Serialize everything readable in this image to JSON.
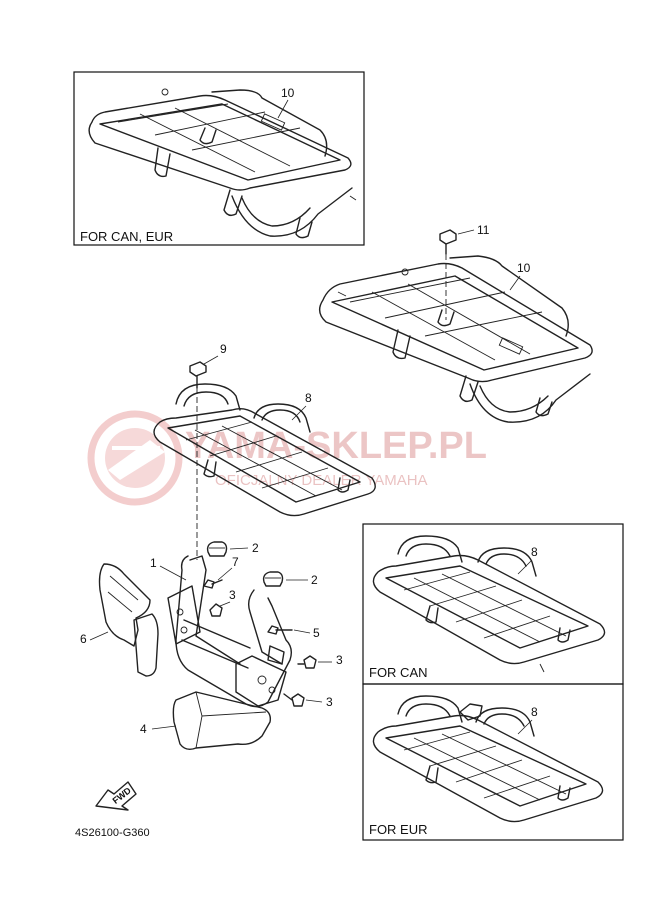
{
  "watermark": {
    "title": "YAMA-SKLEP.PL",
    "subtitle": "OFICJALNY DEALER YAMAHA",
    "color": "#e6b4b4"
  },
  "panels": {
    "top": "FOR CAN, EUR",
    "right_middle": "FOR CAN",
    "right_bottom": "FOR EUR"
  },
  "callouts": {
    "p10_box": "10",
    "p10": "10",
    "p11": "11",
    "p9": "9",
    "p8": "8",
    "p8_can": "8",
    "p8_eur": "8",
    "p1": "1",
    "p2a": "2",
    "p2b": "2",
    "p3a": "3",
    "p3b": "3",
    "p3c": "3",
    "p4": "4",
    "p5": "5",
    "p6": "6",
    "p7": "7"
  },
  "fwd_label": "FWD",
  "diagram_code": "4S26100-G360"
}
